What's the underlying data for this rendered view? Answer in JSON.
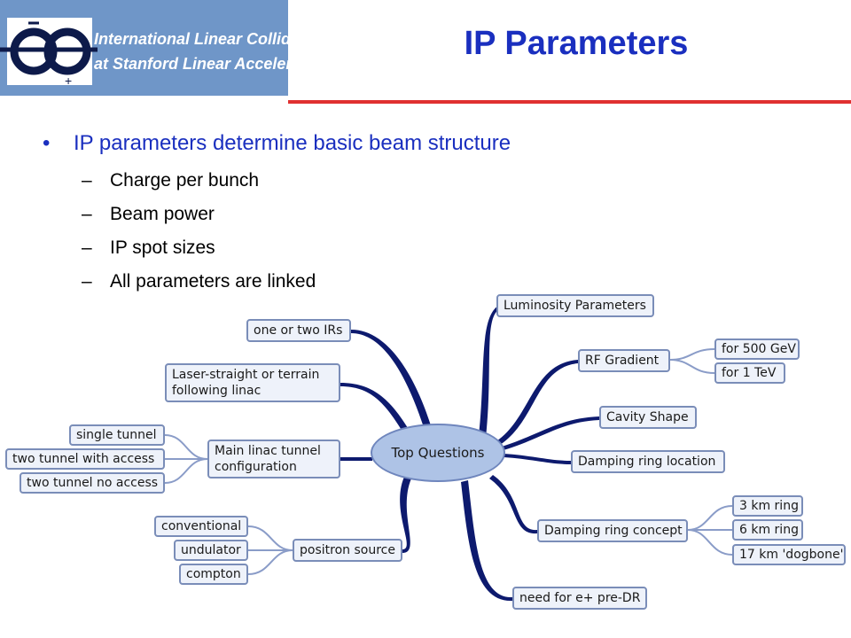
{
  "header": {
    "logo_line1": "International Linear Collider",
    "logo_line2": "at Stanford Linear Accelerator Center",
    "title": "IP Parameters"
  },
  "bullets": {
    "main": "IP parameters determine basic beam structure",
    "subs": [
      "Charge per bunch",
      "Beam power",
      "IP spot sizes",
      "All parameters are linked"
    ]
  },
  "mindmap": {
    "center": "Top Questions",
    "left": {
      "one_or_two_irs": "one or two IRs",
      "laser_straight": "Laser-straight or terrain following linac",
      "main_linac": "Main linac tunnel configuration",
      "single_tunnel": "single tunnel",
      "two_tunnel_access": "two tunnel with access",
      "two_tunnel_no_access": "two tunnel no access",
      "positron_source": "positron source",
      "conventional": "conventional",
      "undulator": "undulator",
      "compton": "compton"
    },
    "right": {
      "luminosity": "Luminosity Parameters",
      "rf_gradient": "RF Gradient",
      "for_500": "for 500 GeV",
      "for_1tev": "for 1 TeV",
      "cavity_shape": "Cavity Shape",
      "dr_location": "Damping ring location",
      "dr_concept": "Damping ring concept",
      "ring_3km": "3 km ring",
      "ring_6km": "6 km ring",
      "ring_17km": "17 km 'dogbone'",
      "pre_dr": "need for e+ pre-DR"
    }
  },
  "colors": {
    "title": "#1a2fbf",
    "rule": "#e03030",
    "logo_bg": "#6f96c8",
    "branch": "#0d1a6e"
  }
}
